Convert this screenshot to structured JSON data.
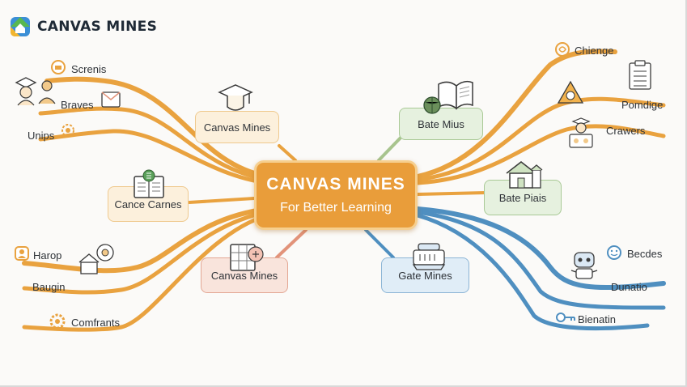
{
  "header": {
    "title": "CANVAS MINES"
  },
  "center": {
    "title": "CANVAS MINES",
    "subtitle": "For Better Learning"
  },
  "nodes": {
    "top_left": "Canvas Mines",
    "left": "Cance Carnes",
    "bottom_left": "Canvas Mines",
    "bottom_right": "Gate Mines",
    "top_right": "Bate Mius",
    "right": "Bate Piais"
  },
  "left_upper_leaves": [
    "Screnis",
    "Braves",
    "Unips"
  ],
  "left_lower_leaves": [
    "Harop",
    "Baugin",
    "Comfrants"
  ],
  "right_upper_leaves": [
    "Chienge",
    "Pomdige",
    "Crawers"
  ],
  "right_lower_leaves": [
    "Becdes",
    "Dunatio",
    "Bienatin"
  ],
  "colors": {
    "orange_branch": "#e9a23f",
    "green_branch": "#a8c48e",
    "red_branch": "#e2937a",
    "blue_branch": "#4f8fc0",
    "center_fill": "#e99d3a"
  },
  "icons": [
    "app-logo-icon",
    "graduation-cap-icon",
    "open-book-icon",
    "house-icon",
    "calendar-grid-icon",
    "robot-icon",
    "key-icon",
    "gear-icon",
    "checklist-icon",
    "warning-icon"
  ]
}
